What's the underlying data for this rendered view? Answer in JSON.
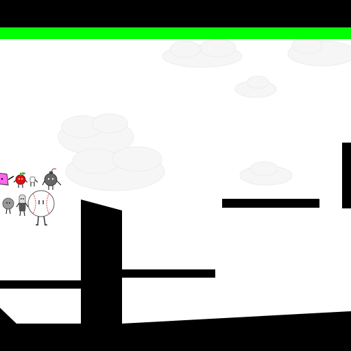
{
  "game": {
    "sky_color": "#ffffff",
    "terrain_color": "#000000",
    "letterbox_color": "#000000",
    "progress_bar": {
      "color": "#00ff00",
      "fill_fraction": 1.0
    },
    "characters": [
      {
        "name": "pink-character",
        "color": "#ff66ee"
      },
      {
        "name": "apple-character",
        "color": "#dd1111"
      },
      {
        "name": "small-white-character",
        "color": "#ffffff"
      },
      {
        "name": "bomb-character",
        "color": "#666666"
      },
      {
        "name": "nickel-character",
        "color": "#999999"
      },
      {
        "name": "pen-character",
        "color": "#555555"
      },
      {
        "name": "baseball-character",
        "color": "#ffffff",
        "stitch_color": "#cc3333"
      }
    ]
  }
}
